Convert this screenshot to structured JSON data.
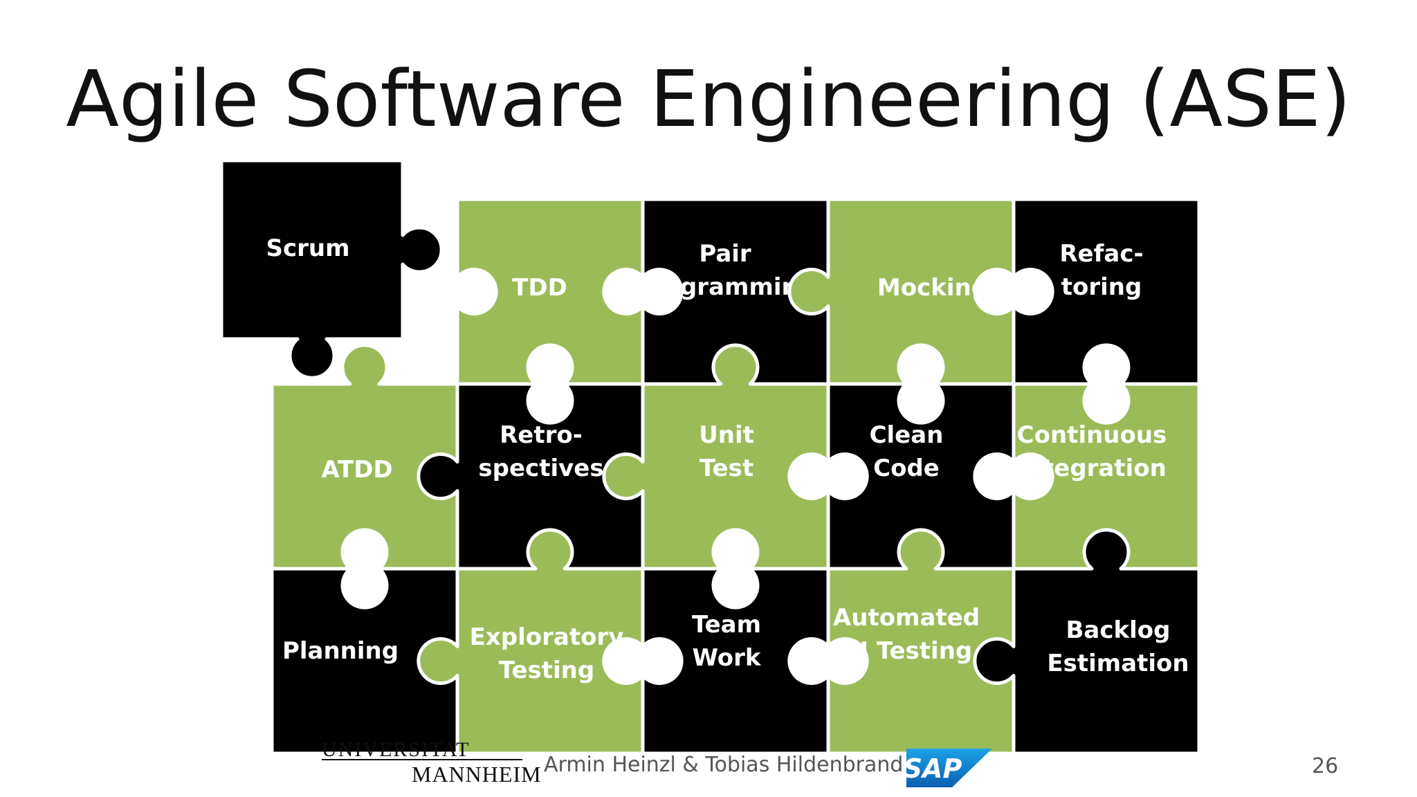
{
  "title": "Agile Software Engineering (ASE)",
  "colors": {
    "green": "#9bbb59",
    "black": "#000000",
    "label": "#ffffff"
  },
  "pieces": [
    {
      "id": "scrum",
      "lines": [
        "Scrum"
      ],
      "color": "black"
    },
    {
      "id": "tdd",
      "lines": [
        "TDD"
      ],
      "color": "green"
    },
    {
      "id": "pair-programming",
      "lines": [
        "Pair",
        "Programming"
      ],
      "color": "black"
    },
    {
      "id": "mocking",
      "lines": [
        "Mocking"
      ],
      "color": "green"
    },
    {
      "id": "refactoring",
      "lines": [
        "Refac-",
        "toring"
      ],
      "color": "black"
    },
    {
      "id": "atdd",
      "lines": [
        "ATDD"
      ],
      "color": "green"
    },
    {
      "id": "retrospectives",
      "lines": [
        "Retro-",
        "spectives"
      ],
      "color": "black"
    },
    {
      "id": "unit-test",
      "lines": [
        "Unit",
        "Test"
      ],
      "color": "green"
    },
    {
      "id": "clean-code",
      "lines": [
        "Clean",
        "Code"
      ],
      "color": "black"
    },
    {
      "id": "continuous-integration",
      "lines": [
        "Continuous",
        "Integration"
      ],
      "color": "green"
    },
    {
      "id": "planning",
      "lines": [
        "Planning"
      ],
      "color": "black"
    },
    {
      "id": "exploratory-testing",
      "lines": [
        "Exploratory",
        "Testing"
      ],
      "color": "green"
    },
    {
      "id": "team-work",
      "lines": [
        "Team",
        "Work"
      ],
      "color": "black"
    },
    {
      "id": "automated-ui-testing",
      "lines": [
        "Automated",
        "UI Testing"
      ],
      "color": "green"
    },
    {
      "id": "backlog-estimation",
      "lines": [
        "Backlog",
        "Estimation"
      ],
      "color": "black"
    }
  ],
  "footer": {
    "university_line1": "UNIVERSITAT",
    "university_line2": "MANNHEIM",
    "authors": "Armin Heinzl & Tobias Hildenbrand",
    "sap_logo": "SAP",
    "page_number": "26"
  }
}
